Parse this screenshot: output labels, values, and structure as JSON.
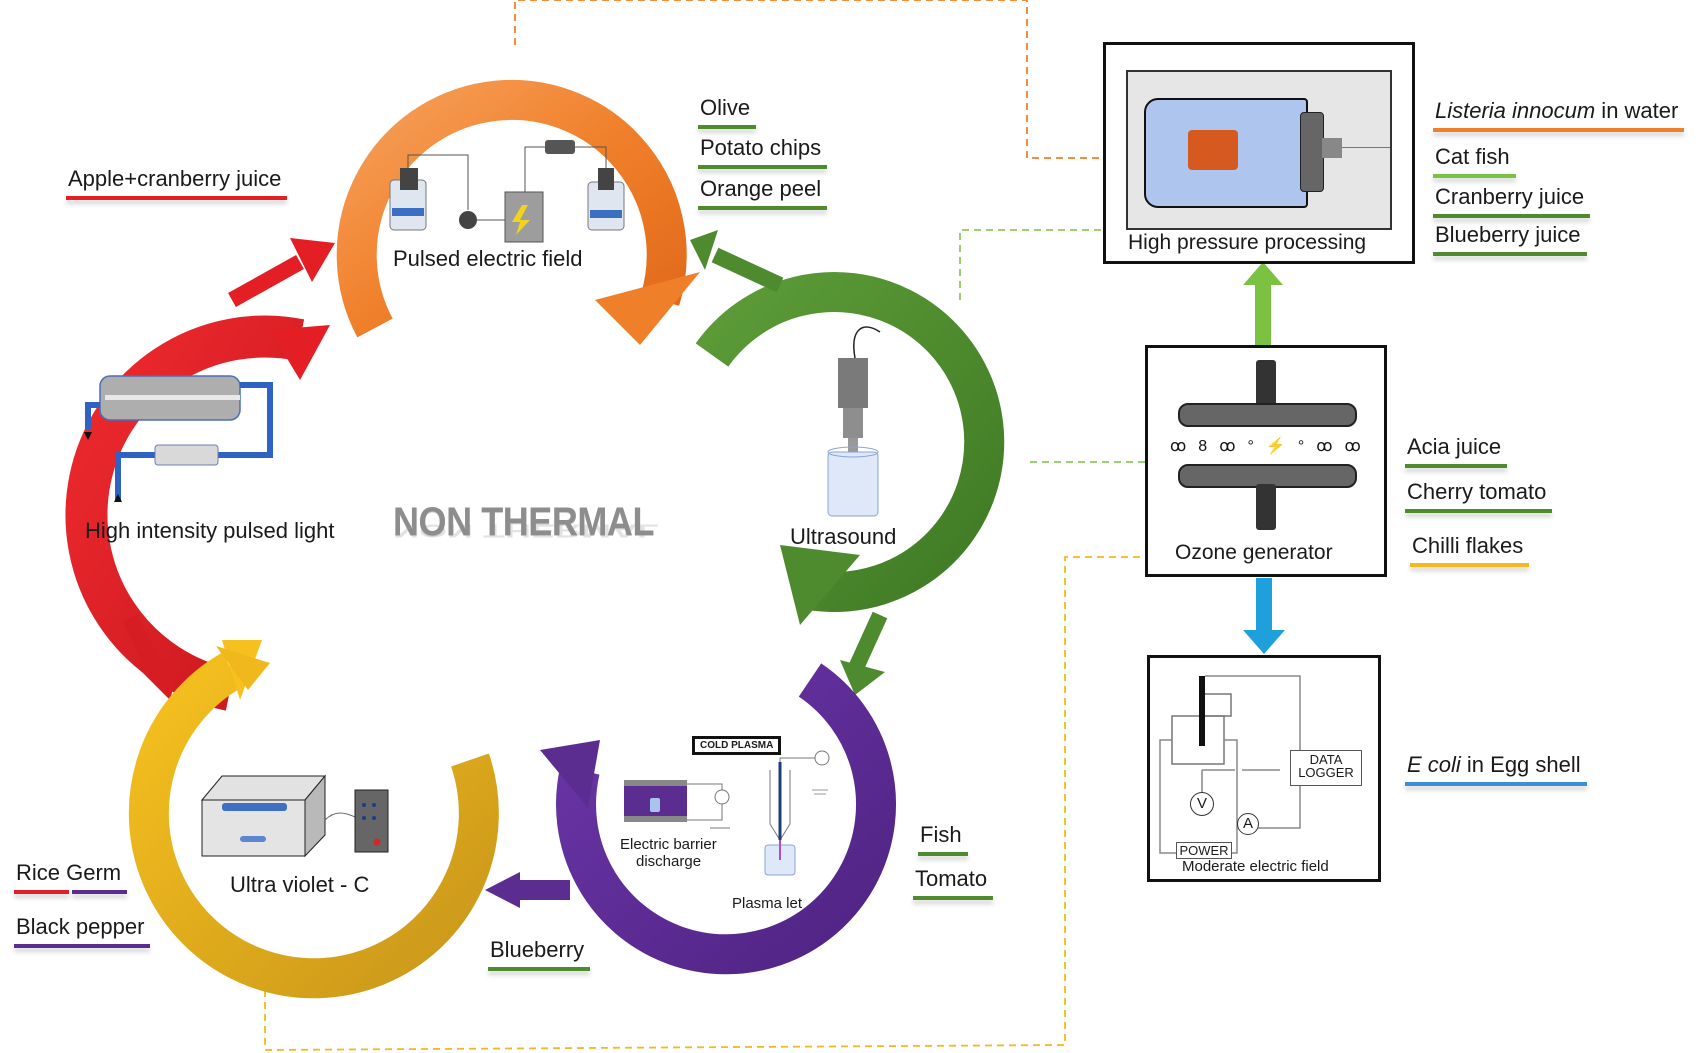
{
  "center_title": "NON THERMAL",
  "colors": {
    "pef": "#f07f2a",
    "ultrasound": "#4e8a2e",
    "cold_plasma": "#5c2d91",
    "uv": "#f0b81c",
    "pulsed_light": "#e31e24",
    "hpp_arrow": "#7cc242",
    "mef_arrow": "#1ea0dc",
    "link_orange": "#f07f2a",
    "link_green": "#7cc242",
    "link_yellow": "#f6b81c"
  },
  "technologies": {
    "pef": {
      "label": "Pulsed electric field",
      "icon": "pulsed-electric-field-apparatus"
    },
    "ultrasound": {
      "label": "Ultrasound",
      "icon": "ultrasonic-probe-beaker"
    },
    "pulsed_light": {
      "label": "High intensity pulsed light",
      "icon": "pulsed-light-lamp"
    },
    "uv": {
      "label": "Ultra violet - C",
      "icon": "uv-chamber"
    },
    "cold_plasma": {
      "badge": "COLD PLASMA",
      "dbd_label_1": "Electric barrier",
      "dbd_label_2": "discharge",
      "jet_label": "Plasma let"
    },
    "hpp": {
      "label": "High pressure processing"
    },
    "ozone": {
      "label": "Ozone generator"
    },
    "mef": {
      "label": "Moderate electric field",
      "data_logger_1": "DATA",
      "data_logger_2": "LOGGER",
      "power": "POWER",
      "voltmeter": "V",
      "ammeter": "A"
    }
  },
  "foods": {
    "pef": [
      {
        "text": "Olive",
        "underline": "#4e8a2e"
      },
      {
        "text": "Potato chips",
        "underline": "#4e8a2e"
      },
      {
        "text": "Orange peel",
        "underline": "#4e8a2e"
      }
    ],
    "pulsed_light": [
      {
        "text": "Apple+cranberry juice",
        "underline": "#e31e24"
      }
    ],
    "hpp": [
      {
        "text_italic": "Listeria innocum",
        "text_rest": " in water",
        "underline": "#f07f2a"
      },
      {
        "text": "Cat fish",
        "underline": "#7cc242"
      },
      {
        "text": "Cranberry juice",
        "underline": "#4e8a2e"
      },
      {
        "text": "Blueberry juice",
        "underline": "#4e8a2e"
      }
    ],
    "ozone": [
      {
        "text": "Acia juice",
        "underline": "#4e8a2e"
      },
      {
        "text": "Cherry tomato",
        "underline": "#4e8a2e"
      },
      {
        "text": "Chilli flakes",
        "underline": "#f6b81c"
      }
    ],
    "mef": [
      {
        "text_italic": "E coli",
        "text_rest": " in Egg shell",
        "underline": "#3a8fd8"
      }
    ],
    "cold_plasma": [
      {
        "text": "Fish",
        "underline": "#4e8a2e"
      },
      {
        "text": "Tomato",
        "underline": "#4e8a2e"
      },
      {
        "text": "Blueberry",
        "underline": "#4e8a2e"
      }
    ],
    "uv": [
      {
        "text": "Rice Germ",
        "underline_split": [
          "#e31e24",
          "#5c2d91"
        ]
      },
      {
        "text": "Black pepper",
        "underline": "#5c2d91"
      }
    ]
  }
}
